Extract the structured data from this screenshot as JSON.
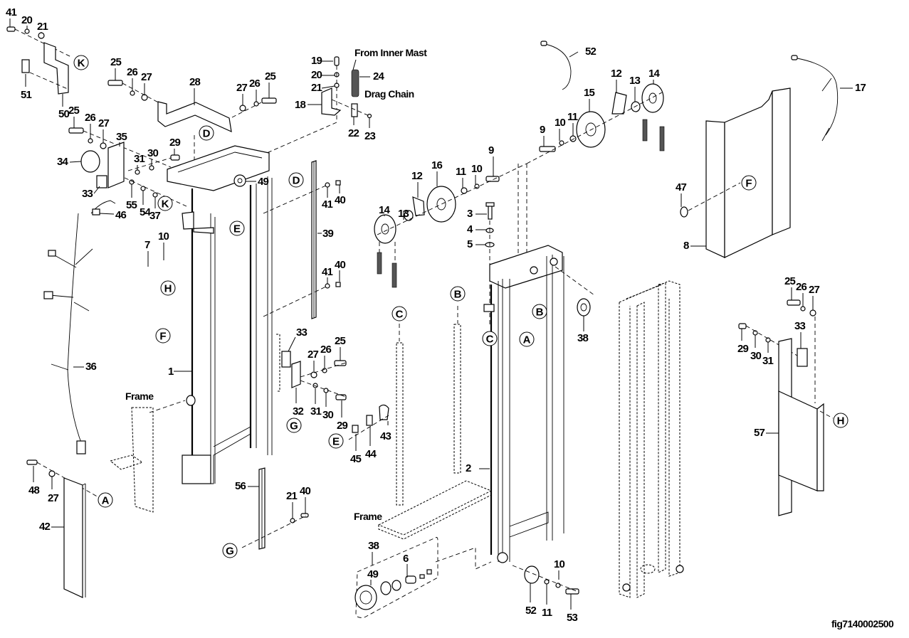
{
  "figure": {
    "id": "fig7140002500",
    "type": "exploded parts diagram - mast assembly"
  },
  "notes": {
    "from_inner_mast": "From Inner Mast",
    "drag_chain": "Drag Chain",
    "frame_1": "Frame",
    "frame_2": "Frame"
  },
  "callouts": [
    {
      "id": "c41a",
      "label": "41"
    },
    {
      "id": "c20a",
      "label": "20"
    },
    {
      "id": "c21a",
      "label": "21"
    },
    {
      "id": "c51",
      "label": "51"
    },
    {
      "id": "c50",
      "label": "50"
    },
    {
      "id": "c25a",
      "label": "25"
    },
    {
      "id": "c26a",
      "label": "26"
    },
    {
      "id": "c27a",
      "label": "27"
    },
    {
      "id": "c28",
      "label": "28"
    },
    {
      "id": "c27b",
      "label": "27"
    },
    {
      "id": "c26b",
      "label": "26"
    },
    {
      "id": "c25b",
      "label": "25"
    },
    {
      "id": "c25c",
      "label": "25"
    },
    {
      "id": "c26c",
      "label": "26"
    },
    {
      "id": "c27c",
      "label": "27"
    },
    {
      "id": "c35",
      "label": "35"
    },
    {
      "id": "c34",
      "label": "34"
    },
    {
      "id": "c33a",
      "label": "33"
    },
    {
      "id": "c29a",
      "label": "29"
    },
    {
      "id": "c30a",
      "label": "30"
    },
    {
      "id": "c31a",
      "label": "31"
    },
    {
      "id": "c55",
      "label": "55"
    },
    {
      "id": "c54",
      "label": "54"
    },
    {
      "id": "c37",
      "label": "37"
    },
    {
      "id": "c46",
      "label": "46"
    },
    {
      "id": "c19",
      "label": "19"
    },
    {
      "id": "c20b",
      "label": "20"
    },
    {
      "id": "c21b",
      "label": "21"
    },
    {
      "id": "c18",
      "label": "18"
    },
    {
      "id": "c24",
      "label": "24"
    },
    {
      "id": "c22",
      "label": "22"
    },
    {
      "id": "c23",
      "label": "23"
    },
    {
      "id": "c49a",
      "label": "49"
    },
    {
      "id": "c41b",
      "label": "41"
    },
    {
      "id": "c40a",
      "label": "40"
    },
    {
      "id": "c39",
      "label": "39"
    },
    {
      "id": "c41c",
      "label": "41"
    },
    {
      "id": "c40b",
      "label": "40"
    },
    {
      "id": "c7",
      "label": "7"
    },
    {
      "id": "c10a",
      "label": "10"
    },
    {
      "id": "c36",
      "label": "36"
    },
    {
      "id": "c1",
      "label": "1"
    },
    {
      "id": "c33b",
      "label": "33"
    },
    {
      "id": "c27d",
      "label": "27"
    },
    {
      "id": "c26d",
      "label": "26"
    },
    {
      "id": "c25d",
      "label": "25"
    },
    {
      "id": "c32",
      "label": "32"
    },
    {
      "id": "c31b",
      "label": "31"
    },
    {
      "id": "c30b",
      "label": "30"
    },
    {
      "id": "c29b",
      "label": "29"
    },
    {
      "id": "c43",
      "label": "43"
    },
    {
      "id": "c44",
      "label": "44"
    },
    {
      "id": "c45",
      "label": "45"
    },
    {
      "id": "c48",
      "label": "48"
    },
    {
      "id": "c27e",
      "label": "27"
    },
    {
      "id": "c42",
      "label": "42"
    },
    {
      "id": "c56",
      "label": "56"
    },
    {
      "id": "c21c",
      "label": "21"
    },
    {
      "id": "c40c",
      "label": "40"
    },
    {
      "id": "c52a",
      "label": "52"
    },
    {
      "id": "c12a",
      "label": "12"
    },
    {
      "id": "c13a",
      "label": "13"
    },
    {
      "id": "c14a",
      "label": "14"
    },
    {
      "id": "c15",
      "label": "15"
    },
    {
      "id": "c9a",
      "label": "9"
    },
    {
      "id": "c10b",
      "label": "10"
    },
    {
      "id": "c11a",
      "label": "11"
    },
    {
      "id": "c14b",
      "label": "14"
    },
    {
      "id": "c13b",
      "label": "13"
    },
    {
      "id": "c12b",
      "label": "12"
    },
    {
      "id": "c16",
      "label": "16"
    },
    {
      "id": "c11b",
      "label": "11"
    },
    {
      "id": "c10c",
      "label": "10"
    },
    {
      "id": "c9b",
      "label": "9"
    },
    {
      "id": "c3",
      "label": "3"
    },
    {
      "id": "c4",
      "label": "4"
    },
    {
      "id": "c5",
      "label": "5"
    },
    {
      "id": "c38a",
      "label": "38"
    },
    {
      "id": "c2",
      "label": "2"
    },
    {
      "id": "c38b",
      "label": "38"
    },
    {
      "id": "c6",
      "label": "6"
    },
    {
      "id": "c49b",
      "label": "49"
    },
    {
      "id": "c52b",
      "label": "52"
    },
    {
      "id": "c11c",
      "label": "11"
    },
    {
      "id": "c10d",
      "label": "10"
    },
    {
      "id": "c53",
      "label": "53"
    },
    {
      "id": "c17",
      "label": "17"
    },
    {
      "id": "c47",
      "label": "47"
    },
    {
      "id": "c8",
      "label": "8"
    },
    {
      "id": "c25e",
      "label": "25"
    },
    {
      "id": "c26e",
      "label": "26"
    },
    {
      "id": "c27f",
      "label": "27"
    },
    {
      "id": "c29c",
      "label": "29"
    },
    {
      "id": "c30c",
      "label": "30"
    },
    {
      "id": "c31c",
      "label": "31"
    },
    {
      "id": "c33c",
      "label": "33"
    },
    {
      "id": "c57",
      "label": "57"
    }
  ],
  "reference_markers": [
    {
      "id": "rK1",
      "letter": "K"
    },
    {
      "id": "rK2",
      "letter": "K"
    },
    {
      "id": "rD1",
      "letter": "D"
    },
    {
      "id": "rD2",
      "letter": "D"
    },
    {
      "id": "rE1",
      "letter": "E"
    },
    {
      "id": "rE2",
      "letter": "E"
    },
    {
      "id": "rH1",
      "letter": "H"
    },
    {
      "id": "rH2",
      "letter": "H"
    },
    {
      "id": "rF1",
      "letter": "F"
    },
    {
      "id": "rF2",
      "letter": "F"
    },
    {
      "id": "rG1",
      "letter": "G"
    },
    {
      "id": "rG2",
      "letter": "G"
    },
    {
      "id": "rA1",
      "letter": "A"
    },
    {
      "id": "rA2",
      "letter": "A"
    },
    {
      "id": "rB1",
      "letter": "B"
    },
    {
      "id": "rB2",
      "letter": "B"
    },
    {
      "id": "rC1",
      "letter": "C"
    },
    {
      "id": "rC2",
      "letter": "C"
    }
  ]
}
